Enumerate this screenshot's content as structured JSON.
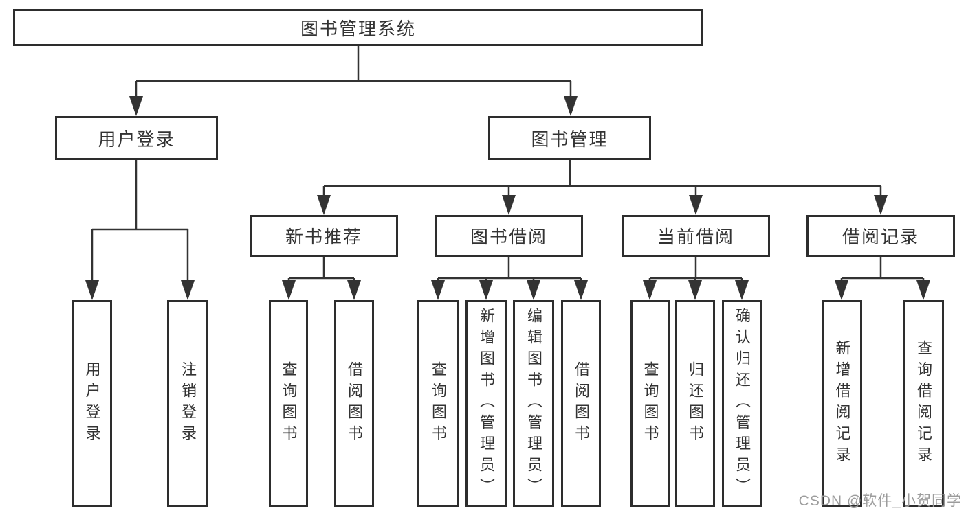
{
  "diagram": {
    "root": {
      "label": "图书管理系统"
    },
    "user_login": {
      "label": "用户登录",
      "children": [
        {
          "label": "用户登录"
        },
        {
          "label": "注销登录"
        }
      ]
    },
    "book_management": {
      "label": "图书管理",
      "sections": [
        {
          "label": "新书推荐",
          "children": [
            {
              "label": "查询图书"
            },
            {
              "label": "借阅图书"
            }
          ]
        },
        {
          "label": "图书借阅",
          "children": [
            {
              "label": "查询图书"
            },
            {
              "label": "新增图书（管理员）"
            },
            {
              "label": "编辑图书（管理员）"
            },
            {
              "label": "借阅图书"
            }
          ]
        },
        {
          "label": "当前借阅",
          "children": [
            {
              "label": "查询图书"
            },
            {
              "label": "归还图书"
            },
            {
              "label": "确认归还（管理员）"
            }
          ]
        },
        {
          "label": "借阅记录",
          "children": [
            {
              "label": "新增借阅记录"
            },
            {
              "label": "查询借阅记录"
            }
          ]
        }
      ]
    }
  },
  "watermark": {
    "text": "CSDN @软件_小贺同学"
  },
  "colors": {
    "line": "#333333",
    "box_border": "#2d2d2d",
    "text": "#333333",
    "watermark_text": "#9c9c9c",
    "background": "#ffffff"
  }
}
